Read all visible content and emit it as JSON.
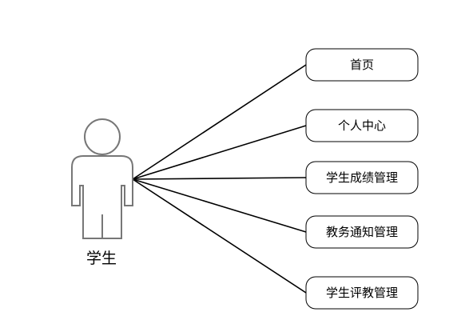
{
  "actor": {
    "label": "学生",
    "icon": "stick-figure-icon",
    "outline_color": "#777777"
  },
  "use_cases": [
    {
      "label": "首页"
    },
    {
      "label": "个人中心"
    },
    {
      "label": "学生成绩管理"
    },
    {
      "label": "教务通知管理"
    },
    {
      "label": "学生评教管理"
    }
  ],
  "colors": {
    "line": "#000000",
    "box_border": "#000000",
    "background": "#ffffff"
  }
}
